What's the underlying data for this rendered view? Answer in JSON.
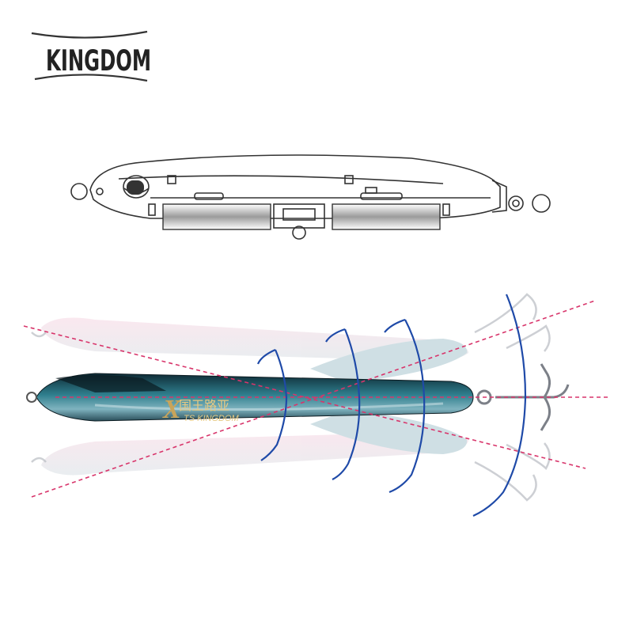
{
  "brand": {
    "name": "KINGDOM",
    "text_color": "#222222"
  },
  "lure_body_print": {
    "logo_mark": "X",
    "model": "TS KINGDOM",
    "chinese_brand": "国王路亚"
  },
  "colors": {
    "outline": "#333333",
    "swing_arc": "#1f4aa8",
    "axis_line": "#d8356b",
    "body_dark": "#0e2a34",
    "body_teal": "#2f7f8e",
    "ghost_pink": "#f3c9da",
    "hook_silver": "#8b8f96"
  },
  "icons": [
    "kingdom-logo",
    "lure-line-drawing",
    "lure-photo",
    "treble-hook-icon",
    "swing-arc-icon"
  ]
}
